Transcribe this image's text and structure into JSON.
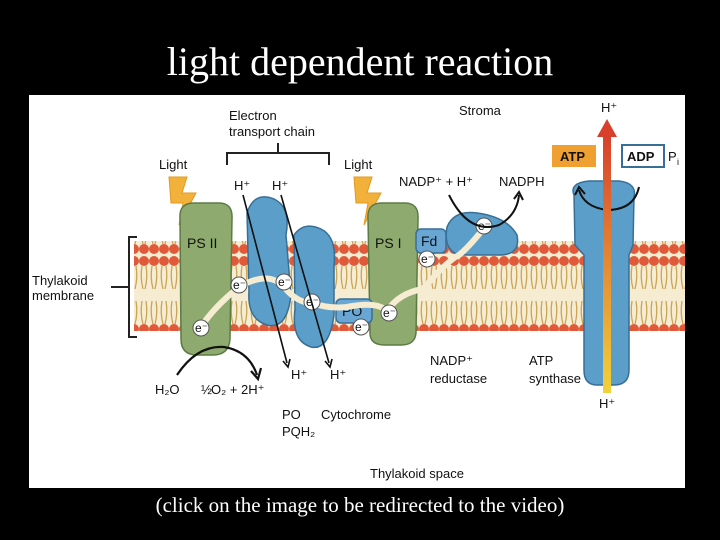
{
  "slide": {
    "title": "light dependent reaction",
    "caption": "(click on the image to be redirected to the video)"
  },
  "diagram": {
    "etc_label_line1": "Electron",
    "etc_label_line2": "transport chain",
    "light_left": "Light",
    "light_right": "Light",
    "stroma": "Stroma",
    "h_top": "H⁺",
    "atp": "ATP",
    "adp": "ADP",
    "pi": "P",
    "pi_sub": "i",
    "h_plus_1": "H⁺",
    "h_plus_2": "H⁺",
    "nadp_reaction": "NADP⁺ + H⁺",
    "nadph": "NADPH",
    "ps2": "PS II",
    "ps1": "PS I",
    "fd": "Fd",
    "po_box": "PO",
    "electron": "e⁻",
    "thylakoid_line1": "Thylakoid",
    "thylakoid_line2": "membrane",
    "h2o": "H₂O",
    "o2_half": "½",
    "o2_rest": "O₂ + 2H⁺",
    "h_plus_3": "H⁺",
    "h_plus_4": "H⁺",
    "po_label": "PO",
    "pqh2_label": "PQH₂",
    "cytochrome": "Cytochrome",
    "nadp_red_line1": "NADP⁺",
    "nadp_red_line2": "reductase",
    "atp_syn_line1": "ATP",
    "atp_syn_line2": "synthase",
    "h_bottom": "H⁺",
    "thylakoid_space": "Thylakoid space"
  },
  "colors": {
    "background": "#000000",
    "membrane_head": "#e05a3a",
    "ps_green": "#8eaa6e",
    "protein_blue": "#5b9ec9",
    "atp_orange": "#f0a030",
    "proton_arrow": "#e05030"
  }
}
